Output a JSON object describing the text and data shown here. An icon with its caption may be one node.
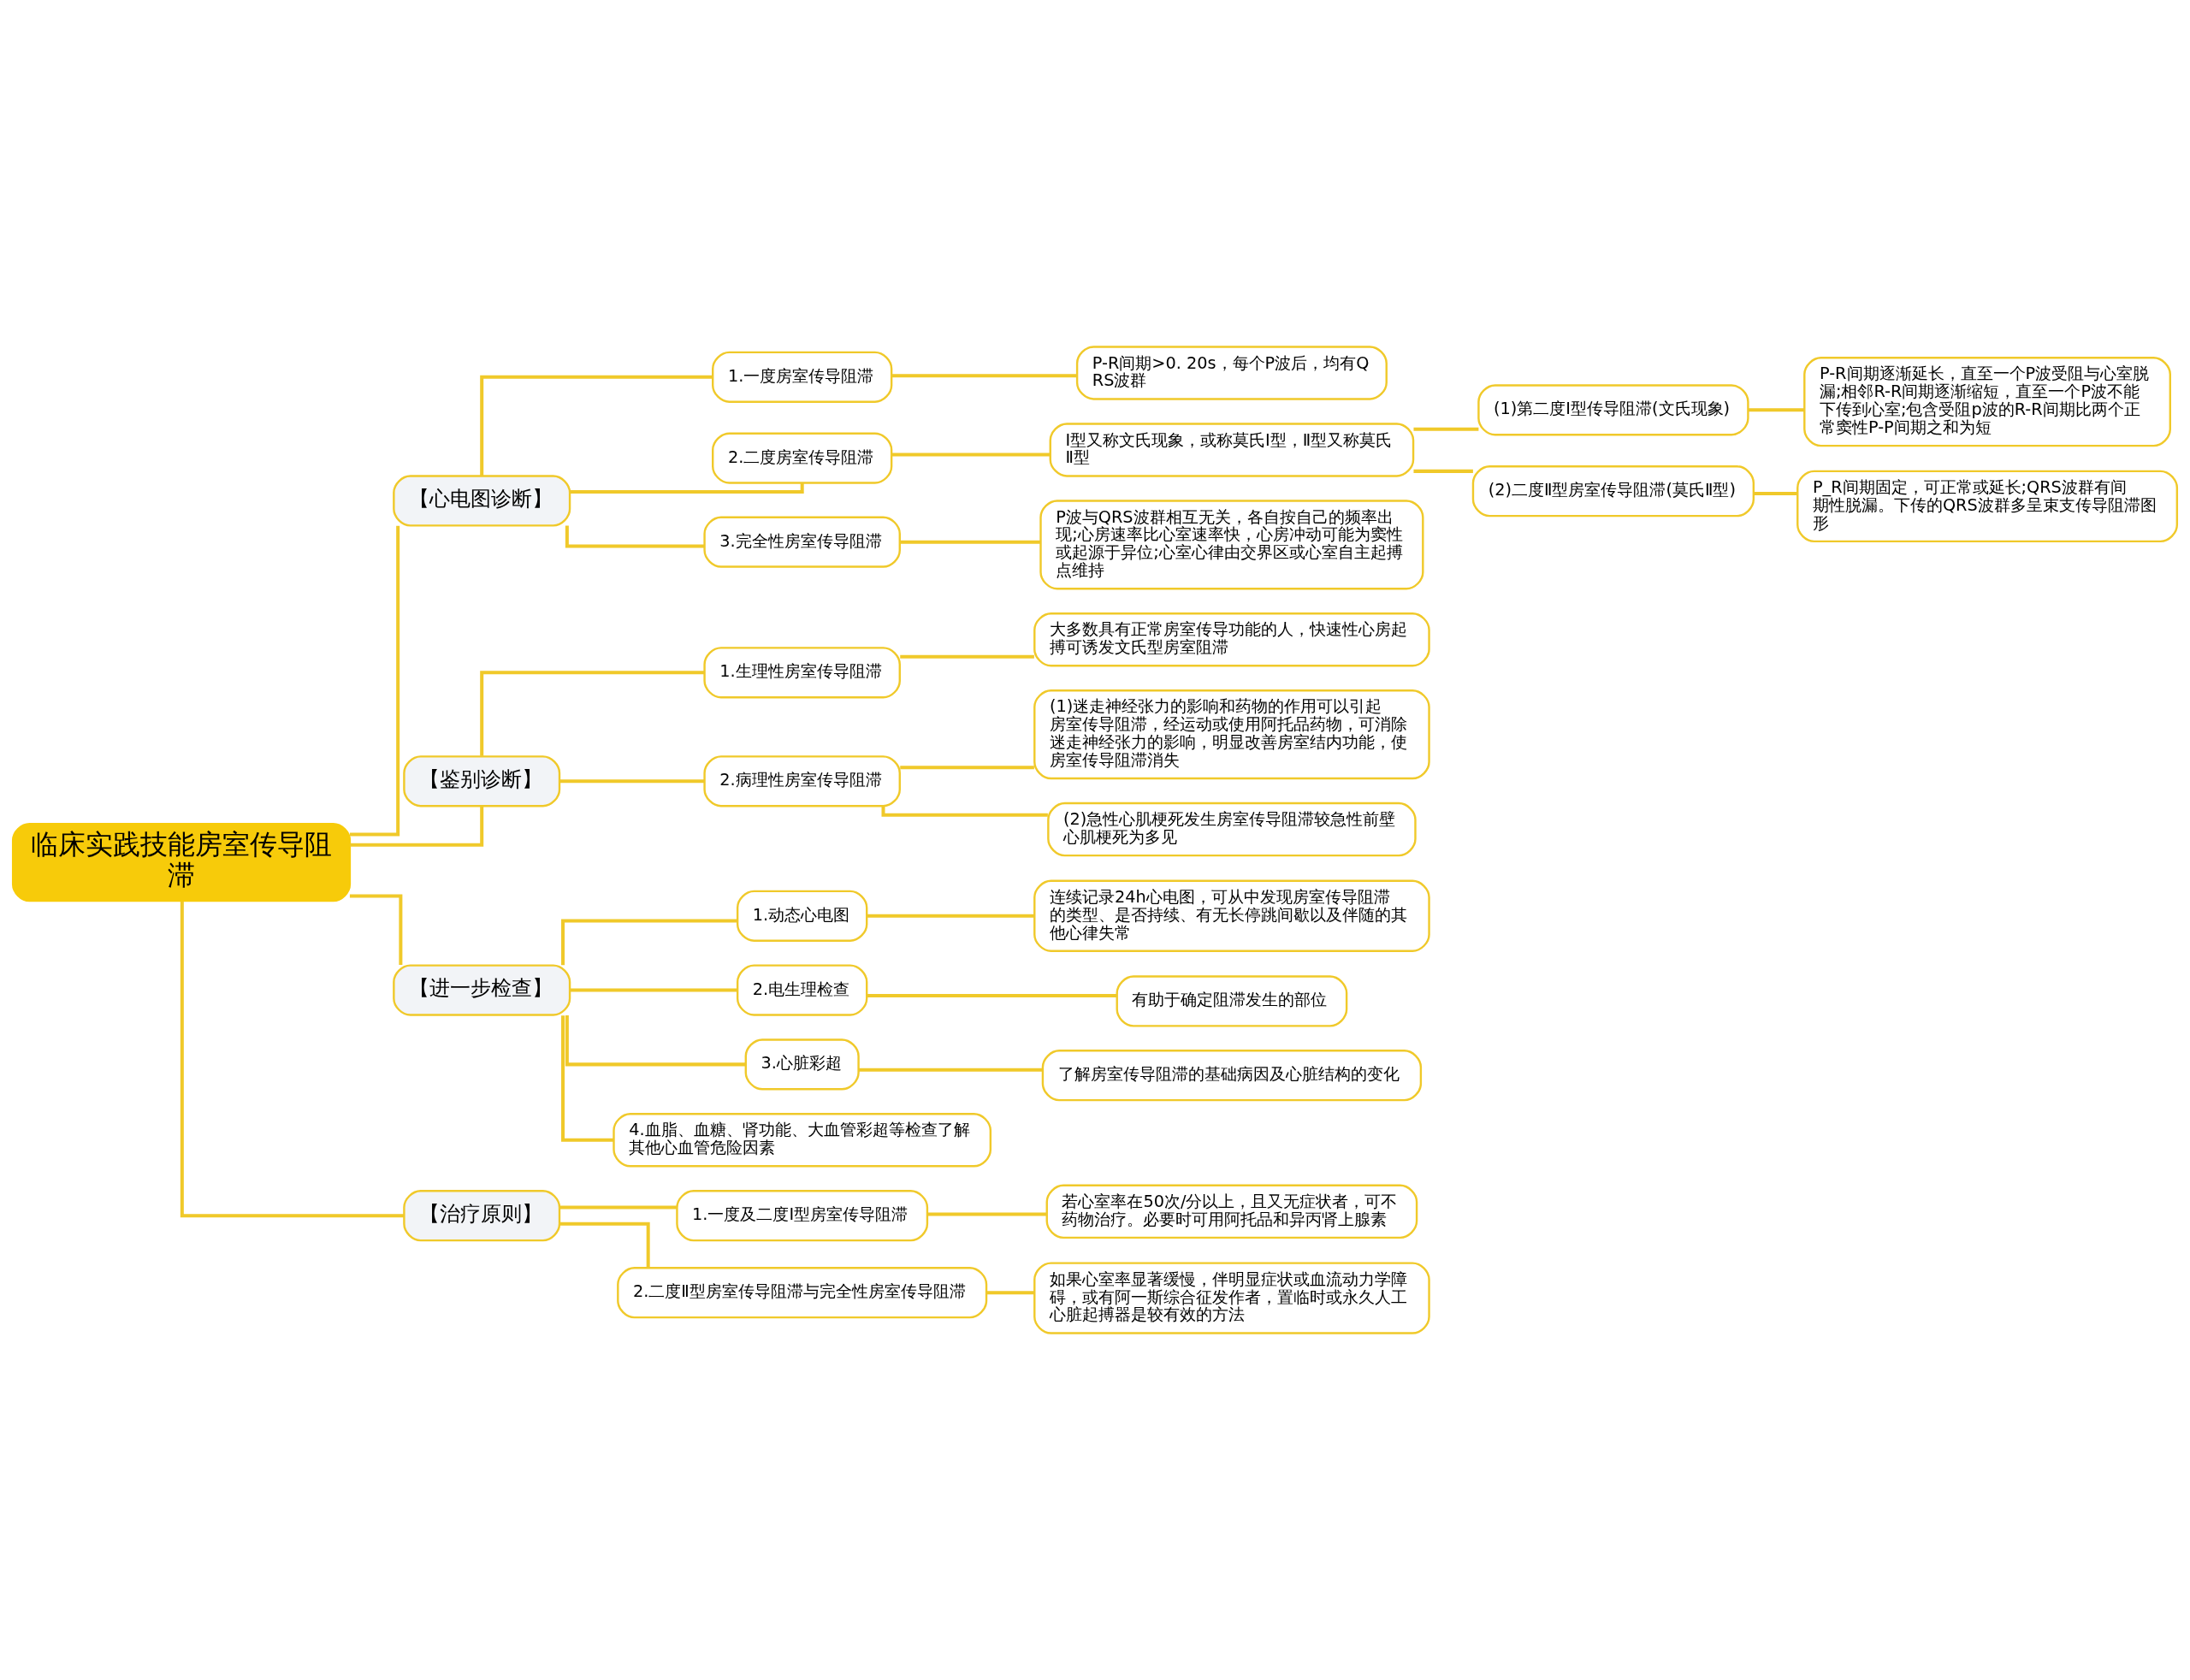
{
  "diagram": {
    "nodes": [
      {
        "text": [
          "临床实践技能房室传导阻滞"
        ]
      },
      {
        "text": [
          "【心电图诊断】"
        ]
      },
      {
        "text": [
          "1.一度房室传导阻滞"
        ]
      },
      {
        "text": [
          "P-R间期>0. 20s，每个P波后，均有QRS波群"
        ]
      },
      {
        "text": [
          "2.二度房室传导阻滞"
        ]
      },
      {
        "text": [
          "Ⅰ型又称文氏现象，或称莫氏Ⅰ型，Ⅱ型又称莫氏Ⅱ型"
        ]
      },
      {
        "text": [
          "(1)第二度Ⅰ型传导阻滞(文氏现象)"
        ]
      },
      {
        "text": [
          "P-R间期逐渐延长，直至一个P波受阻与心室脱漏;相邻R-R间期逐渐缩短，直至一个P波不能下传到心室;包含受阻p波的R-R间期比两个正常窦性P-P间期之和为短"
        ]
      },
      {
        "text": [
          "(2)二度Ⅱ型房室传导阻滞(莫氏Ⅱ型)"
        ]
      },
      {
        "text": [
          "P_R间期固定，可正常或延长;QRS波群有间期性脱漏。下传的QRS波群多呈束支传导阻滞图形"
        ]
      },
      {
        "text": [
          "3.完全性房室传导阻滞"
        ]
      },
      {
        "text": [
          "P波与QRS波群相互无关，各自按自己的频率出现;心房速率比心室速率快，心房冲动可能为窦性或起源于异位;心室心律由交界区或心室自主起搏点维持"
        ]
      },
      {
        "text": [
          "【鉴别诊断】"
        ]
      },
      {
        "text": [
          "1.生理性房室传导阻滞"
        ]
      },
      {
        "text": [
          "大多数具有正常房室传导功能的人，快速性心房起搏可诱发文氏型房室阻滞"
        ]
      },
      {
        "text": [
          "2.病理性房室传导阻滞"
        ]
      },
      {
        "text": [
          "(1)迷走神经张力的影响和药物的作用可以引起房室传导阻滞，经运动或使用阿托品药物，可消除迷走神经张力的影响，明显改善房室结内功能，使房室传导阻滞消失"
        ]
      },
      {
        "text": [
          "(2)急性心肌梗死发生房室传导阻滞较急性前壁心肌梗死为多见"
        ]
      },
      {
        "text": [
          "【进一步检查】"
        ]
      },
      {
        "text": [
          "1.动态心电图"
        ]
      },
      {
        "text": [
          "连续记录24h心电图，可从中发现房室传导阻滞的类型、是否持续、有无长停跳间歇以及伴随的其他心律失常"
        ]
      },
      {
        "text": [
          "2.电生理检查"
        ]
      },
      {
        "text": [
          "有助于确定阻滞发生的部位"
        ]
      },
      {
        "text": [
          "3.心脏彩超"
        ]
      },
      {
        "text": [
          "了解房室传导阻滞的基础病因及心脏结构的变化"
        ]
      },
      {
        "text": [
          "4.血脂、血糖、肾功能、大血管彩超等检查了解其他心血管危险因素"
        ]
      },
      {
        "text": [
          "【治疗原则】"
        ]
      },
      {
        "text": [
          "1.一度及二度Ⅰ型房室传导阻滞"
        ]
      },
      {
        "text": [
          "若心室率在50次/分以上，且又无症状者，可不药物治疗。必要时可用阿托品和异丙肾上腺素"
        ]
      },
      {
        "text": [
          "2.二度Ⅱ型房室传导阻滞与完全性房室传导阻滞"
        ]
      },
      {
        "text": [
          "如果心室率显著缓慢，伴明显症状或血流动力学障碍，或有阿一斯综合征发作者，置临时或永久人工心脏起搏器是较有效的方法"
        ]
      }
    ],
    "edges": [
      {
        "from": 0,
        "to": 1,
        "arrow": "none"
      },
      {
        "from": 1,
        "to": 2,
        "arrow": "none"
      },
      {
        "from": 2,
        "to": 3,
        "arrow": "none"
      },
      {
        "from": 1,
        "to": 4,
        "arrow": "none"
      },
      {
        "from": 4,
        "to": 5,
        "arrow": "none"
      },
      {
        "from": 5,
        "to": 6,
        "arrow": "none"
      },
      {
        "from": 6,
        "to": 7,
        "arrow": "none"
      },
      {
        "from": 5,
        "to": 8,
        "arrow": "none"
      },
      {
        "from": 8,
        "to": 9,
        "arrow": "none"
      },
      {
        "from": 1,
        "to": 10,
        "arrow": "none"
      },
      {
        "from": 10,
        "to": 11,
        "arrow": "none"
      },
      {
        "from": 0,
        "to": 12,
        "arrow": "none"
      },
      {
        "from": 12,
        "to": 13,
        "arrow": "none"
      },
      {
        "from": 13,
        "to": 14,
        "arrow": "none"
      },
      {
        "from": 12,
        "to": 15,
        "arrow": "none"
      },
      {
        "from": 15,
        "to": 16,
        "arrow": "none"
      },
      {
        "from": 15,
        "to": 17,
        "arrow": "none"
      },
      {
        "from": 0,
        "to": 18,
        "arrow": "none"
      },
      {
        "from": 18,
        "to": 19,
        "arrow": "none"
      },
      {
        "from": 19,
        "to": 20,
        "arrow": "none"
      },
      {
        "from": 18,
        "to": 21,
        "arrow": "none"
      },
      {
        "from": 21,
        "to": 22,
        "arrow": "none"
      },
      {
        "from": 18,
        "to": 23,
        "arrow": "none"
      },
      {
        "from": 23,
        "to": 24,
        "arrow": "none"
      },
      {
        "from": 18,
        "to": 25,
        "arrow": "none"
      },
      {
        "from": 0,
        "to": 26,
        "arrow": "none"
      },
      {
        "from": 26,
        "to": 27,
        "arrow": "none"
      },
      {
        "from": 27,
        "to": 28,
        "arrow": "none"
      },
      {
        "from": 26,
        "to": 29,
        "arrow": "none"
      },
      {
        "from": 29,
        "to": 30,
        "arrow": "none"
      }
    ]
  }
}
